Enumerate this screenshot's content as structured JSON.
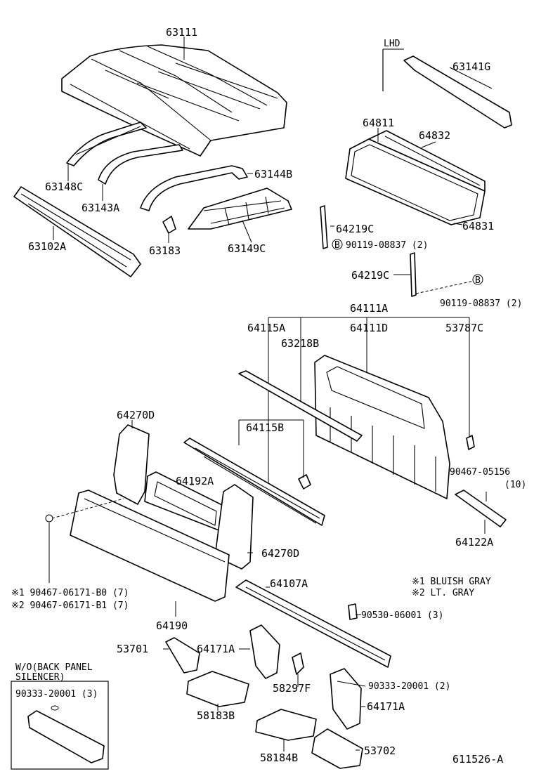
{
  "parts": {
    "p63111": "63111",
    "lhd": "LHD",
    "p63141G": "63141G",
    "p64811": "64811",
    "p64832": "64832",
    "p63144B": "63144B",
    "p63148C": "63148C",
    "p63143A": "63143A",
    "p64831": "64831",
    "p64219C_1": "64219C",
    "b_mark_1": "B",
    "p90119_1": "90119-08837 (2)",
    "p63102A": "63102A",
    "p63183": "63183",
    "p63149C": "63149C",
    "p64219C_2": "64219C",
    "b_mark_2": "B",
    "p90119_2": "90119-08837 (2)",
    "p64111A": "64111A",
    "p64115A": "64115A",
    "p64111D": "64111D",
    "p63218B": "63218B",
    "p53787C": "53787C",
    "p64270D_1": "64270D",
    "p64115B": "64115B",
    "p90467_05156": "90467-05156",
    "p90467_05156_qty": "(10)",
    "p64192A": "64192A",
    "p64270D_2": "64270D",
    "p64122A": "64122A",
    "p64107A": "64107A",
    "note1": "※1 BLUISH GRAY",
    "note2": "※2 LT. GRAY",
    "p90467_B0": "※1 90467-06171-B0 (7)",
    "p90467_B1": "※2 90467-06171-B1 (7)",
    "p90530": "90530-06001 (3)",
    "p64190": "64190",
    "p53701": "53701",
    "p64171A_1": "64171A",
    "inset_title_1": "W/O(BACK PANEL",
    "inset_title_2": "SILENCER)",
    "p58297F": "58297F",
    "p90333_1": "90333-20001 (2)",
    "p90333_inset": "90333-20001 (3)",
    "p58183B": "58183B",
    "p64171A_2": "64171A",
    "p58184B": "58184B",
    "p53702": "53702",
    "fig_no": "611526-A"
  }
}
